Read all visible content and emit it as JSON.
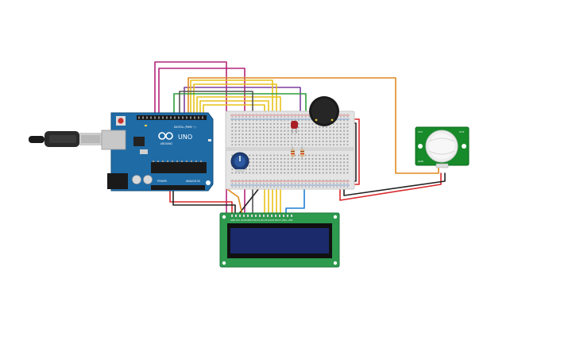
{
  "arduino": {
    "logo_text": "UNO",
    "brand_text": "ARDUINO",
    "digital_label": "DIGITAL (PWM ~)",
    "power_label": "POWER",
    "analog_label": "ANALOG IN"
  },
  "pir_sensor": {
    "pin_labels": [
      "VCC",
      "OUT",
      "GND"
    ]
  },
  "lcd": {
    "pin_labels": "GND VCC V0 RS RW E D0 D1 D2 D3 D4 D5 D6 D7 LED+ LED-"
  },
  "wire_colors": {
    "orange": "#e08a1e",
    "magenta": "#b3247a",
    "purple": "#7a3f9e",
    "yellow": "#e8c21a",
    "green": "#2e9e3a",
    "red": "#d8282a",
    "black": "#222222",
    "blue": "#1f7fd1",
    "brown": "#8a4b1a",
    "gray": "#666666"
  },
  "board_colors": {
    "arduino": "#1f6ba6",
    "breadboard": "#e6e6e6",
    "lcd_pcb": "#2d9a4e",
    "lcd_screen": "#1b2a6b",
    "pir_pcb": "#178a2a"
  }
}
